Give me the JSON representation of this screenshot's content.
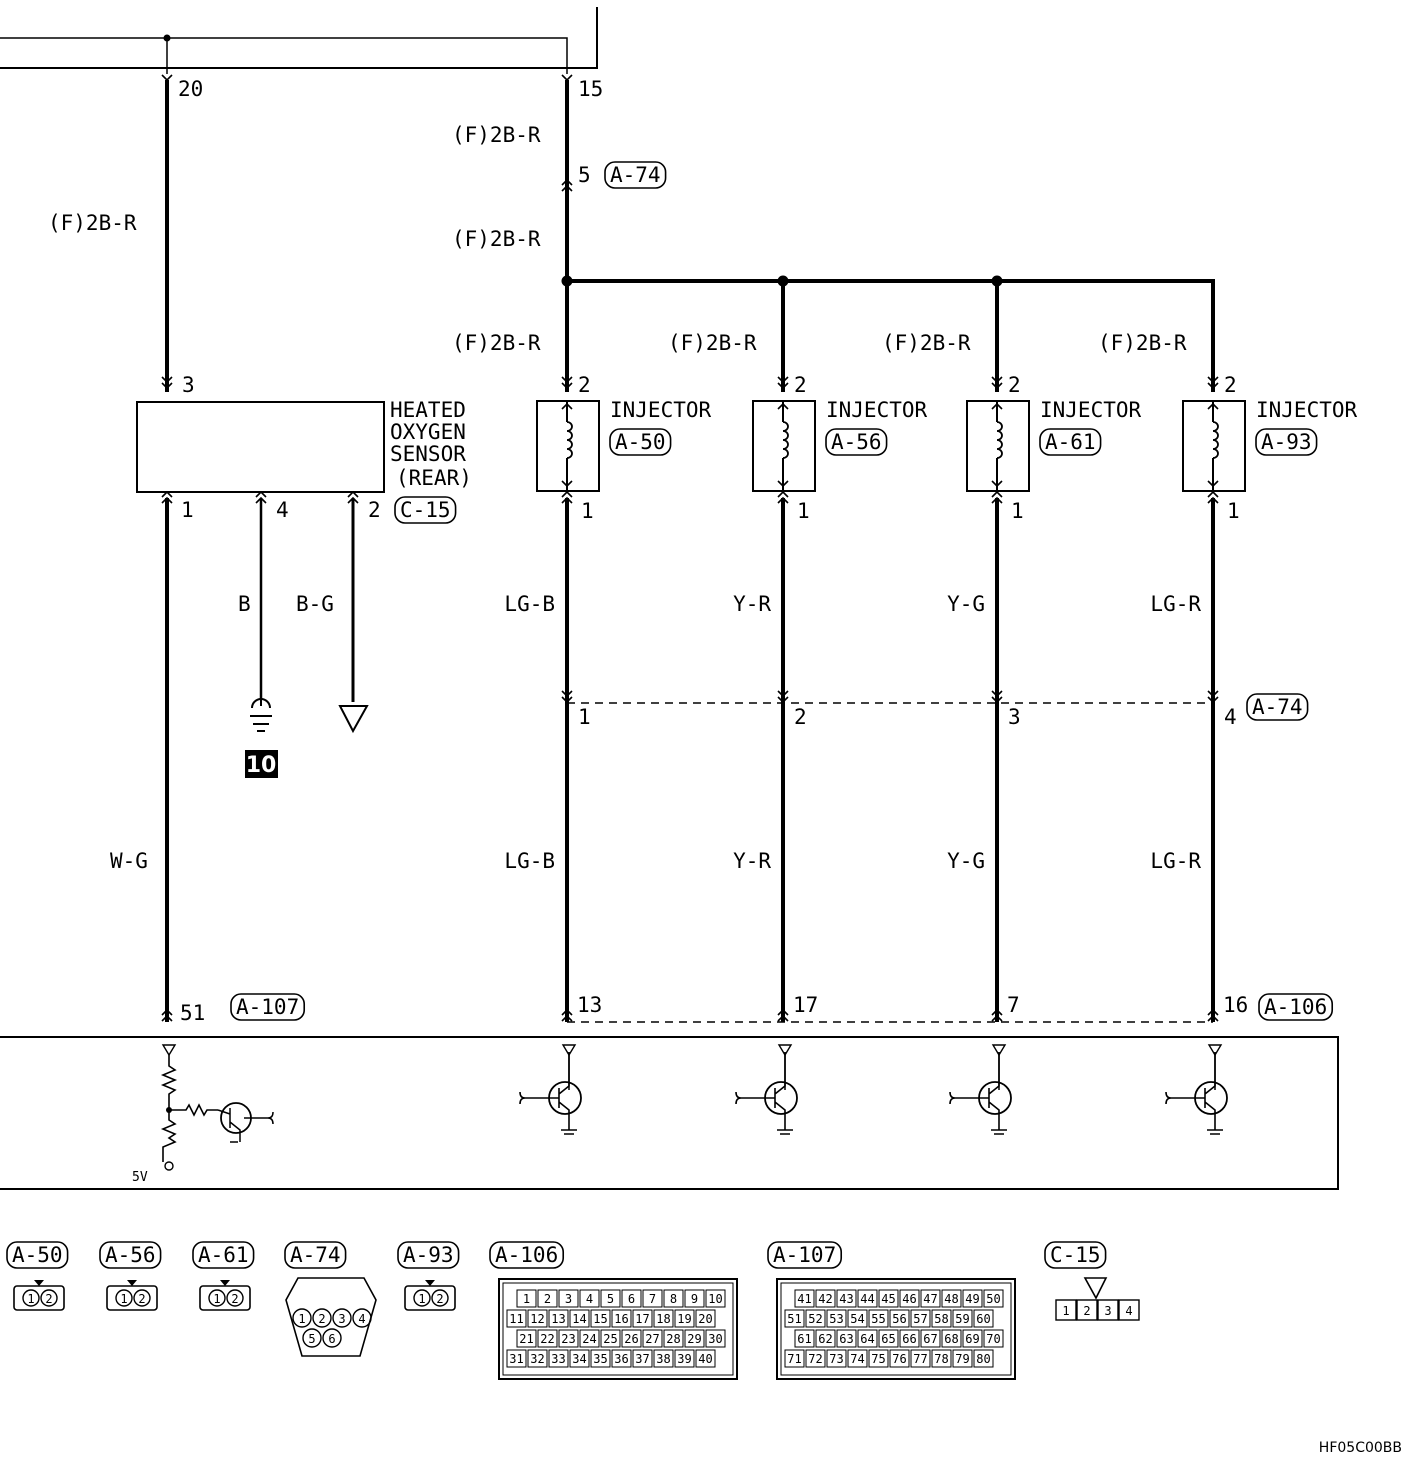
{
  "top": {
    "pin_left": "20",
    "pin_right": "15"
  },
  "labels": {
    "wire_2br": "(F)2B-R",
    "a74_pin5": "5",
    "a74": "A-74",
    "a107": "A-107",
    "a106": "A-106",
    "c15": "C-15",
    "ground_number": "10",
    "five_v": "5V",
    "footer_code": "HF05C00BB"
  },
  "sensor": {
    "lines": [
      "HEATED",
      "OXYGEN",
      "SENSOR",
      "(REAR)"
    ],
    "pin_top": "3",
    "pin1": "1",
    "pin4": "4",
    "pin2": "2",
    "wire_pin1": "W-G",
    "wire_pin4": "B",
    "wire_pin2": "B-G",
    "ecu_pin": "51"
  },
  "injectors": [
    {
      "name": "INJECTOR",
      "connector": "A-50",
      "pin_top": "2",
      "pin_bottom": "1",
      "wire": "LG-B",
      "a74_pin": "1",
      "ecu_pin": "13"
    },
    {
      "name": "INJECTOR",
      "connector": "A-56",
      "pin_top": "2",
      "pin_bottom": "1",
      "wire": "Y-R",
      "a74_pin": "2",
      "ecu_pin": "17"
    },
    {
      "name": "INJECTOR",
      "connector": "A-61",
      "pin_top": "2",
      "pin_bottom": "1",
      "wire": "Y-G",
      "a74_pin": "3",
      "ecu_pin": "7"
    },
    {
      "name": "INJECTOR",
      "connector": "A-93",
      "pin_top": "2",
      "pin_bottom": "1",
      "wire": "LG-R",
      "a74_pin": "4",
      "ecu_pin": "16"
    }
  ],
  "connector_views": {
    "a50": {
      "label": "A-50",
      "pins": [
        "1",
        "2"
      ]
    },
    "a56": {
      "label": "A-56",
      "pins": [
        "1",
        "2"
      ]
    },
    "a61": {
      "label": "A-61",
      "pins": [
        "1",
        "2"
      ]
    },
    "a74": {
      "label": "A-74",
      "pins": [
        "1",
        "2",
        "3",
        "4",
        "5",
        "6"
      ]
    },
    "a93": {
      "label": "A-93",
      "pins": [
        "1",
        "2"
      ]
    },
    "a106": {
      "label": "A-106",
      "rows": [
        [
          "1",
          "2",
          "3",
          "4",
          "5",
          "6",
          "7",
          "8",
          "9",
          "10"
        ],
        [
          "11",
          "12",
          "13",
          "14",
          "15",
          "16",
          "17",
          "18",
          "19",
          "20"
        ],
        [
          "21",
          "22",
          "23",
          "24",
          "25",
          "26",
          "27",
          "28",
          "29",
          "30"
        ],
        [
          "31",
          "32",
          "33",
          "34",
          "35",
          "36",
          "37",
          "38",
          "39",
          "40"
        ]
      ]
    },
    "a107": {
      "label": "A-107",
      "rows": [
        [
          "41",
          "42",
          "43",
          "44",
          "45",
          "46",
          "47",
          "48",
          "49",
          "50"
        ],
        [
          "51",
          "52",
          "53",
          "54",
          "55",
          "56",
          "57",
          "58",
          "59",
          "60"
        ],
        [
          "61",
          "62",
          "63",
          "64",
          "65",
          "66",
          "67",
          "68",
          "69",
          "70"
        ],
        [
          "71",
          "72",
          "73",
          "74",
          "75",
          "76",
          "77",
          "78",
          "79",
          "80"
        ]
      ]
    },
    "c15": {
      "label": "C-15",
      "pins": [
        "1",
        "2",
        "3",
        "4"
      ]
    }
  }
}
